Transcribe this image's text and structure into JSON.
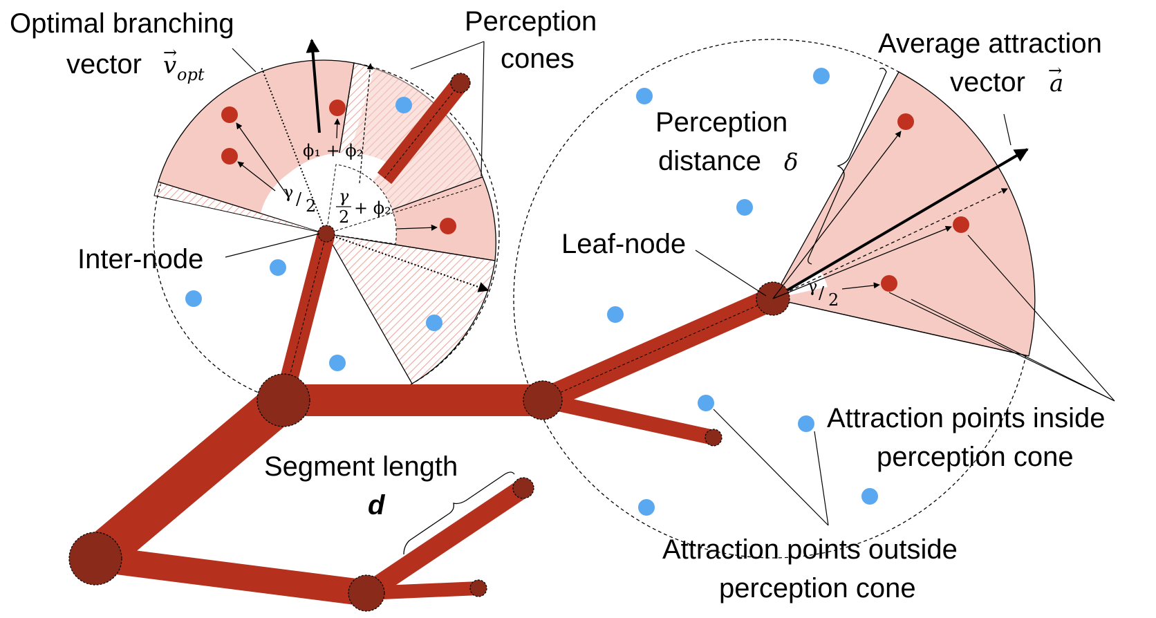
{
  "labels": {
    "optimal_branching_line1": "Optimal branching",
    "optimal_branching_line2": "vector",
    "optimal_branching_symbol": "v",
    "optimal_branching_subscript": "opt",
    "perception_cones_line1": "Perception",
    "perception_cones_line2": "cones",
    "average_attraction_line1": "Average attraction",
    "average_attraction_line2": "vector",
    "average_attraction_symbol": "a",
    "perception_distance_line1": "Perception",
    "perception_distance_line2": "distance",
    "perception_distance_symbol": "δ",
    "inter_node": "Inter-node",
    "leaf_node": "Leaf-node",
    "segment_length_line1": "Segment length",
    "segment_length_symbol": "d",
    "attraction_inside_line1": "Attraction points inside",
    "attraction_inside_line2": "perception cone",
    "attraction_outside_line1": "Attraction points outside",
    "attraction_outside_line2": "perception cone"
  },
  "angle_labels": {
    "phi_sum": "ϕ₁ + ϕ₂",
    "gamma": "γ",
    "half": "2",
    "plus_phi2": "+ ϕ₂"
  },
  "colors": {
    "branch": "#b5301d",
    "node": "#8a2a1a",
    "inside_point": "#c0311f",
    "outside_point": "#5aa8f0",
    "cone_fill": "#f6cbc3",
    "hatch": "#f0a79b"
  }
}
